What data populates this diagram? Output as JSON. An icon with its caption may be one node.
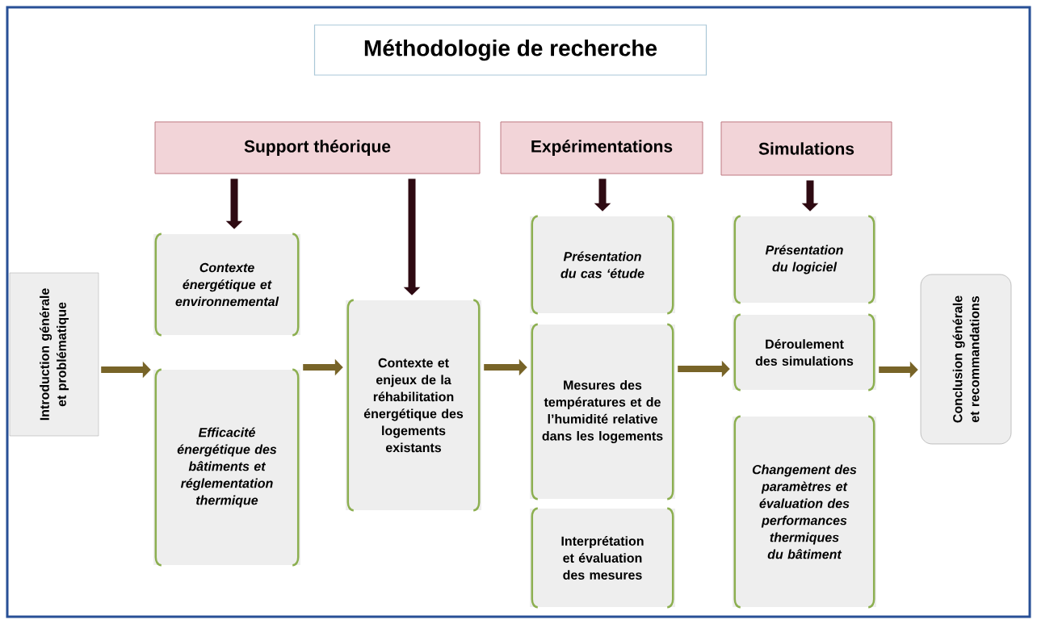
{
  "diagram": {
    "title": "Méthodologie de recherche",
    "nodes": [
      {
        "text": [
          "Support théorique"
        ]
      },
      {
        "text": [
          "Expérimentations"
        ]
      },
      {
        "text": [
          "Simulations"
        ]
      },
      {
        "text": [
          "Introduction générale et problématique"
        ]
      },
      {
        "text": [
          "Contexte énergétique et environnemental"
        ]
      },
      {
        "text": [
          "Efficacité énergétique des bâtiments et réglementation thermique"
        ]
      },
      {
        "text": [
          "Contexte et enjeux de la réhabilitation énergétique des logements existants"
        ]
      },
      {
        "text": [
          "Présentation du cas ‘étude"
        ]
      },
      {
        "text": [
          "Mesures des températures et de l’humidité relative dans les logements"
        ]
      },
      {
        "text": [
          "Interprétation et évaluation des mesures"
        ]
      },
      {
        "text": [
          "Présentation du logiciel"
        ]
      },
      {
        "text": [
          "Déroulement des simulations"
        ]
      },
      {
        "text": [
          "Changement des paramètres et évaluation des performances thermiques du bâtiment"
        ]
      },
      {
        "text": [
          "Conclusion générale et recommandations"
        ]
      }
    ],
    "edges": [
      {
        "from": 0,
        "to": 4,
        "arrow": "to",
        "color": "#2e0a12"
      },
      {
        "from": 0,
        "to": 6,
        "arrow": "to",
        "color": "#2e0a12"
      },
      {
        "from": 1,
        "to": 7,
        "arrow": "to",
        "color": "#2e0a12"
      },
      {
        "from": 2,
        "to": 10,
        "arrow": "to",
        "color": "#2e0a12"
      },
      {
        "from": 3,
        "to": 5,
        "arrow": "to"
      },
      {
        "from": 5,
        "to": 6,
        "arrow": "to"
      },
      {
        "from": 6,
        "to": 8,
        "arrow": "to"
      },
      {
        "from": 8,
        "to": 11,
        "arrow": "to"
      },
      {
        "from": 11,
        "to": 13,
        "arrow": "to"
      }
    ]
  }
}
